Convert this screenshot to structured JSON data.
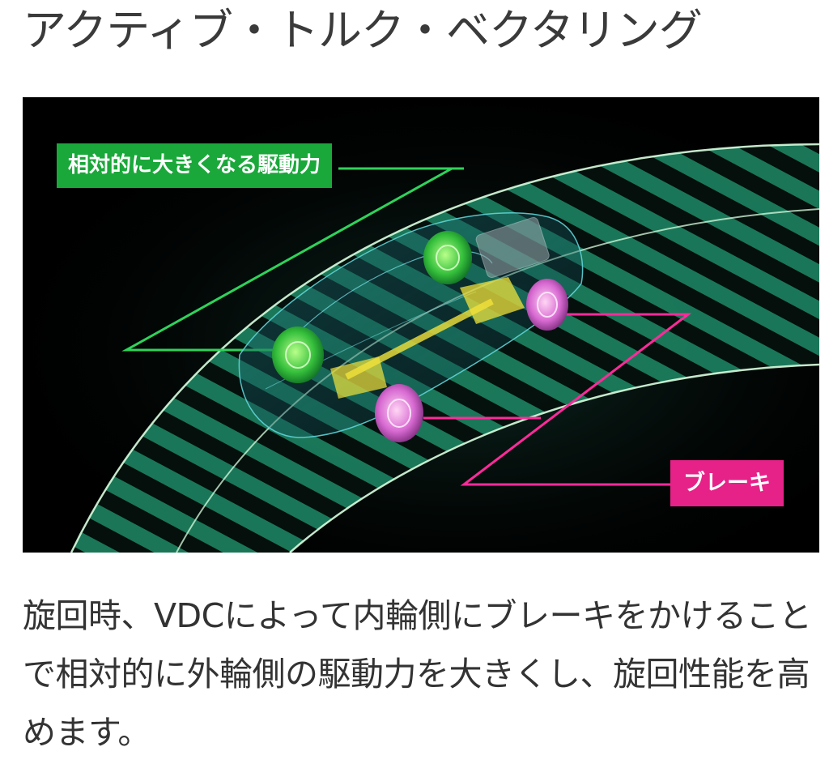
{
  "heading": {
    "title": "アクティブ・トルク・ベクタリング"
  },
  "figure": {
    "label_drive_force": "相対的に大きくなる駆動力",
    "label_brake": "ブレーキ",
    "colors": {
      "drive_force": "#1aa83a",
      "brake": "#e62288",
      "road_stripe": "#1f8f6a",
      "background": "#000000"
    }
  },
  "description": {
    "text": "旋回時、VDCによって内輪側にブレーキをかけることで相対的に外輪側の駆動力を大きくし、旋回性能を高めます。"
  }
}
